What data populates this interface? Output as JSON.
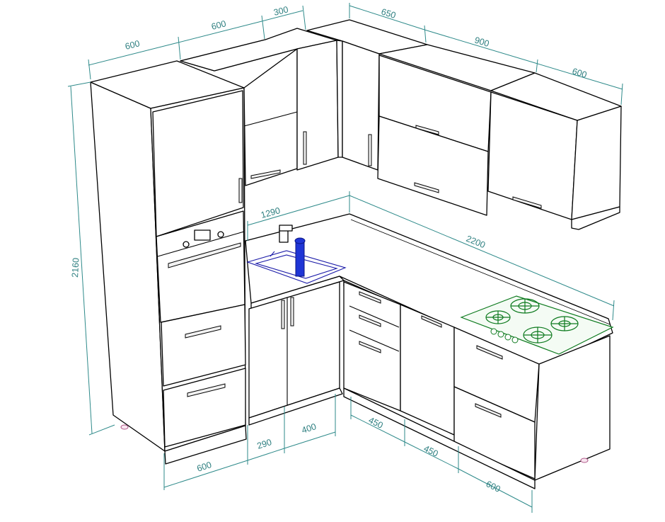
{
  "dimensions": {
    "top_left_600": "600",
    "top_600": "600",
    "top_300": "300",
    "top_650": "650",
    "top_900": "900",
    "top_right_600": "600",
    "height_2160": "2160",
    "counter_1290": "1290",
    "counter_2200": "2200",
    "bottom_600": "600",
    "bottom_290": "290",
    "bottom_400": "400",
    "bottom_450_a": "450",
    "bottom_450_b": "450",
    "bottom_600_right": "600"
  },
  "colors": {
    "dimension_line": "#2e8a8a",
    "hob_burners": "#0d7a1e",
    "sink_tap": "#1f35d6",
    "line_art": "#000000"
  }
}
